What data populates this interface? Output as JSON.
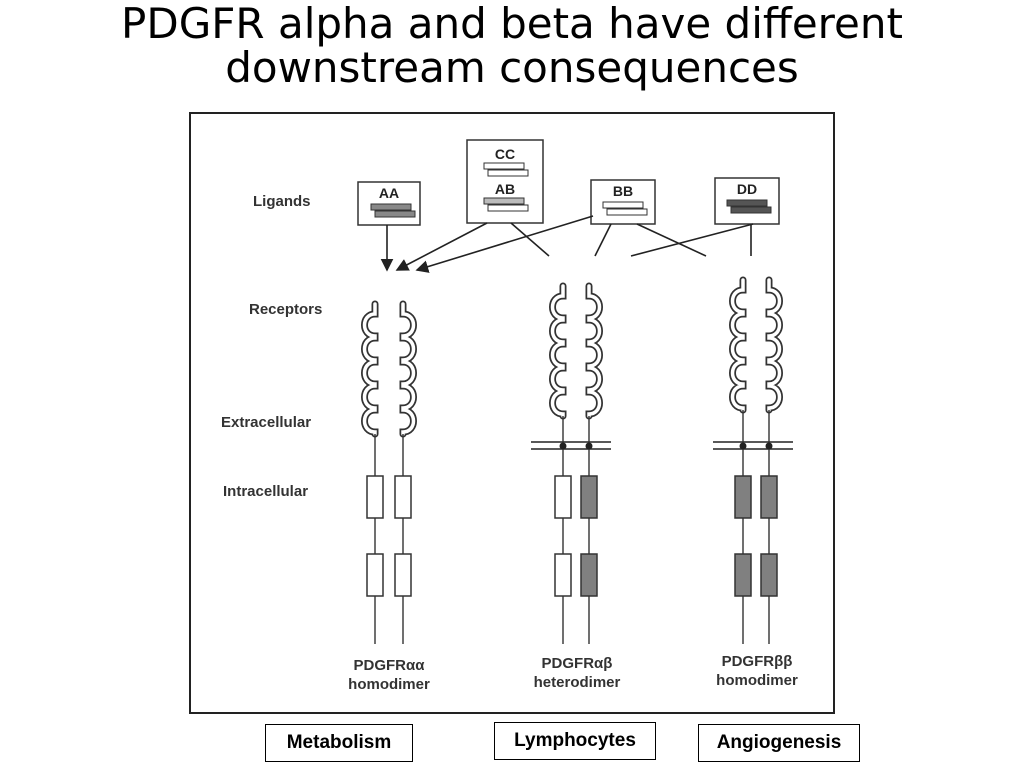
{
  "slide": {
    "title_line1": "PDGFR alpha and beta have different",
    "title_line2": "downstream consequences"
  },
  "diagram": {
    "row_labels": {
      "ligands": "Ligands",
      "receptors": "Receptors",
      "extracellular": "Extracellular",
      "intracellular": "Intracellular"
    },
    "ligands": {
      "aa": "AA",
      "cc": "CC",
      "ab": "AB",
      "bb": "BB",
      "dd": "DD"
    },
    "receptors": {
      "alpha_alpha": {
        "name": "PDGFRαα",
        "type": "homodimer"
      },
      "alpha_beta": {
        "name": "PDGFRαβ",
        "type": "heterodimer"
      },
      "beta_beta": {
        "name": "PDGFRββ",
        "type": "homodimer"
      }
    },
    "colors": {
      "alpha_domain": "#ffffff",
      "beta_domain": "#808080",
      "stroke": "#333333"
    }
  },
  "outcomes": {
    "metabolism": "Metabolism",
    "lymphocytes": "Lymphocytes",
    "angiogenesis": "Angiogenesis"
  }
}
